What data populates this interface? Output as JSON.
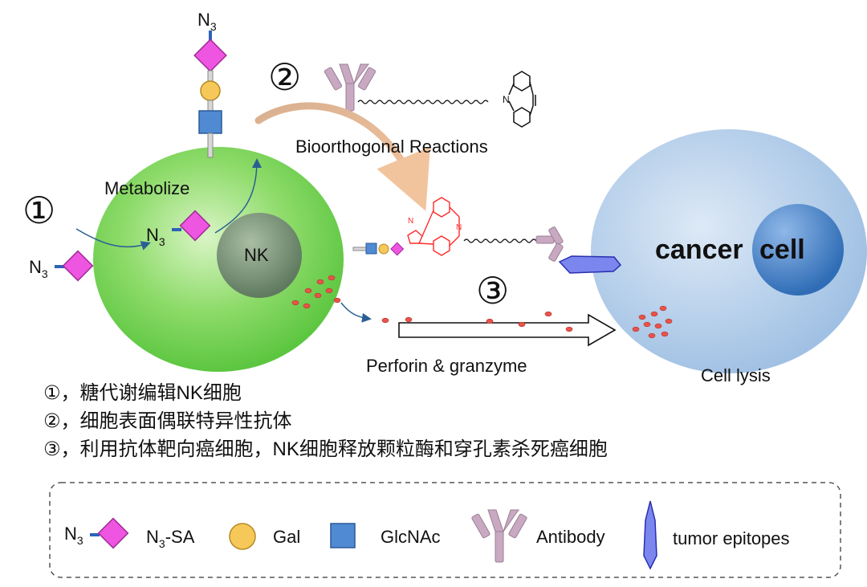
{
  "labels": {
    "azide_top": "N",
    "azide_top_sub": "3",
    "step1_marker": "①",
    "step2_marker": "②",
    "step3_marker": "③",
    "metabolize": "Metabolize",
    "bioorthogonal": "Bioorthogonal Reactions",
    "nk": "NK",
    "azide_left": "N",
    "azide_left_sub": "3",
    "azide_inner": "N",
    "azide_inner_sub": "3",
    "cancer_word": "cancer",
    "cell_word": "cell",
    "perforin": "Perforin & granzyme",
    "cell_lysis": "Cell lysis",
    "dbco_n_label": "N",
    "dbco_n_conj": "N",
    "dbco_n_conj2": "N"
  },
  "notes": [
    "①，糖代谢编辑NK细胞",
    "②，细胞表面偶联特异性抗体",
    "③，利用抗体靶向癌细胞，NK细胞释放颗粒酶和穿孔素杀死癌细胞"
  ],
  "legend": {
    "n3_prefix": "N",
    "n3_prefix_sub": "3",
    "n3sa_pre": "N",
    "n3sa_sub": "3",
    "n3sa_post": "-SA",
    "gal": "Gal",
    "glcnac": "GlcNAc",
    "antibody": "Antibody",
    "tumor_epitopes": "tumor epitopes"
  },
  "colors": {
    "sialic": "#ee55e0",
    "gal": "#f6c85a",
    "glcnac": "#4f8ad2",
    "antibody": "#c9a9c2",
    "dbco_conjugated": "#ff2a2a",
    "epitope": "#7b86ee",
    "nk_green": "#7fd65e",
    "cancer_blue": "#a9c8e8",
    "granule": "#e8534a"
  },
  "icons": [
    "sialic-acid-icon",
    "galactose-icon",
    "glcnac-icon",
    "antibody-icon",
    "tumor-epitope-icon",
    "dbco-icon",
    "azide-icon"
  ]
}
